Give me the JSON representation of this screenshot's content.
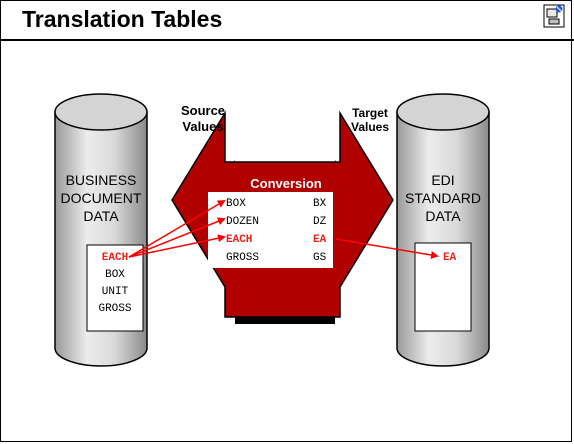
{
  "page": {
    "title": "Translation Tables",
    "icon": "document-screen-icon"
  },
  "source_header": "Source\nValues",
  "target_header": "Target\nValues",
  "left_cylinder": {
    "label_lines": [
      "BUSINESS",
      "DOCUMENT",
      "DATA"
    ],
    "values": [
      "EACH",
      "BOX",
      "UNIT",
      "GROSS"
    ],
    "highlight": "EACH"
  },
  "right_cylinder": {
    "label_lines": [
      "EDI",
      "STANDARD",
      "DATA"
    ],
    "values": [
      "EA"
    ]
  },
  "conversion": {
    "header": "Conversion",
    "rows": [
      {
        "source": "BOX",
        "target": "BX",
        "highlight": false
      },
      {
        "source": "DOZEN",
        "target": "DZ",
        "highlight": false
      },
      {
        "source": "EACH",
        "target": "EA",
        "highlight": true
      },
      {
        "source": "GROSS",
        "target": "GS",
        "highlight": false
      }
    ]
  },
  "colors": {
    "arrow_red": "#b00000",
    "highlight_text": "#e8231a",
    "connector": "#ff0000",
    "cylinder_fill": "#c8c8c8"
  }
}
